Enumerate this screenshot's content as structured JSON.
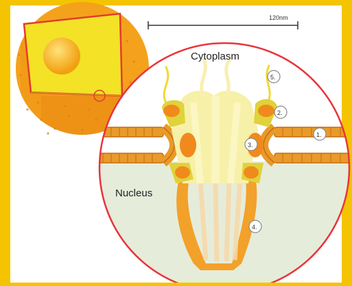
{
  "diagram": {
    "scale_bar_label": "120nm",
    "region_labels": {
      "cytoplasm": "Cytoplasm",
      "nucleus": "Nucleus"
    },
    "callouts": [
      "1.",
      "2.",
      "3.",
      "4.",
      "5."
    ]
  },
  "colors": {
    "frame": "#f5c400",
    "panel": "#ffffff",
    "cell_orange": "#f4a21c",
    "cell_yellow": "#f4e21a",
    "nucleus_fill": "#e6ecda",
    "magnifier_outline": "#e8343c",
    "membrane": "#e89a2a",
    "pore_yellow": "#f7f0a8",
    "pore_orange": "#f08a1c"
  }
}
